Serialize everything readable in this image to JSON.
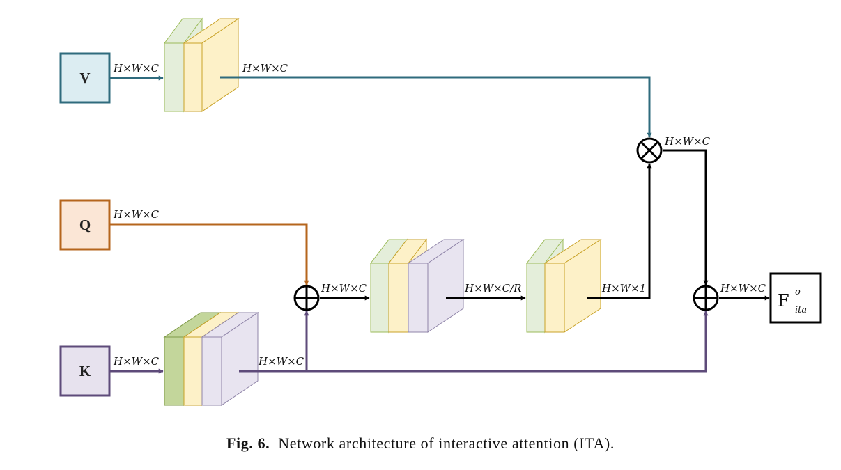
{
  "inputs": {
    "v": "V",
    "q": "Q",
    "k": "K"
  },
  "dims": {
    "v_in": "H×W×C",
    "v_out": "H×W×C",
    "q_in": "H×W×C",
    "k_in": "H×W×C",
    "k_out": "H×W×C",
    "sum1_out": "H×W×C",
    "block_mid": "H×W×C/R",
    "block_end": "H×W×1",
    "mult_out": "H×W×C",
    "sum2_out": "H×W×C"
  },
  "output": {
    "main": "F",
    "sup": "o",
    "sub": "ita"
  },
  "caption": {
    "fig": "Fig. 6.",
    "text": "Network architecture of interactive attention (ITA)."
  },
  "colors": {
    "v_border": "#2f6b7d",
    "v_fill": "#dcedf2",
    "q_border": "#b5651d",
    "q_fill": "#fbe6d6",
    "k_border": "#5e4b7a",
    "k_fill": "#e7e2ee",
    "v_path": "#2f6b7d",
    "q_path": "#b5651d",
    "k_path": "#5e4b7a",
    "light_green": "#e4eeda",
    "dark_green": "#c3d69b",
    "yellow": "#fdf1c8",
    "lavender": "#e8e4f0"
  }
}
